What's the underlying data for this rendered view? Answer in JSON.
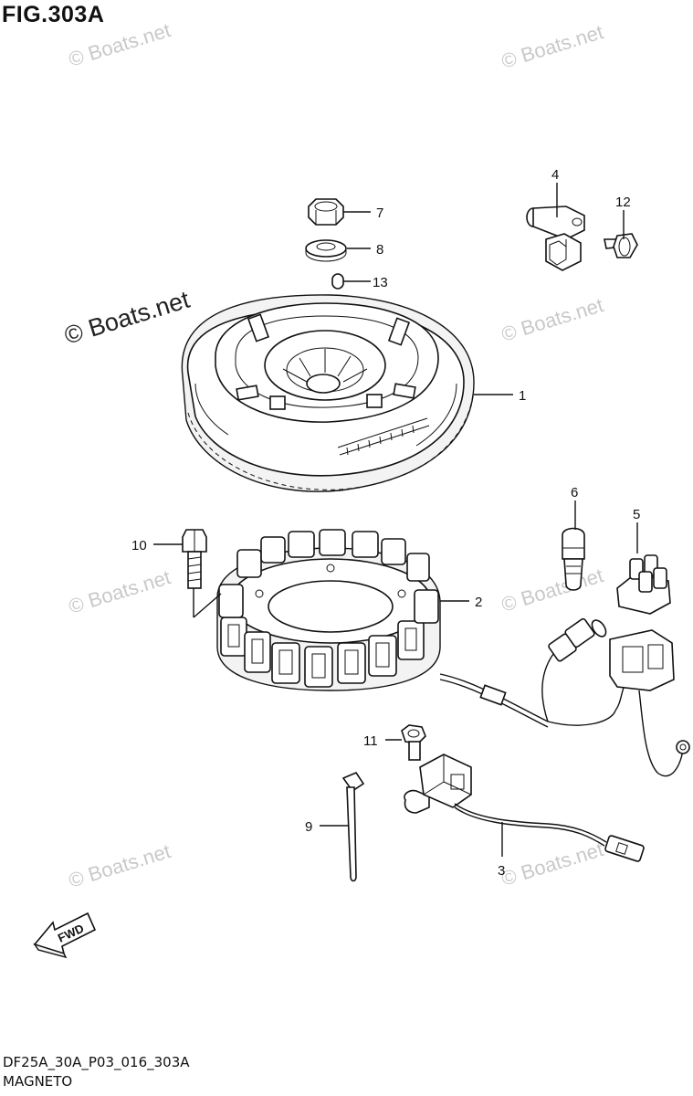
{
  "figure": {
    "title": "FIG.303A",
    "drawing_code": "DF25A_30A_P03_016_303A",
    "name": "MAGNETO"
  },
  "watermark": {
    "text": "© Boats.net"
  },
  "callouts": {
    "c1": "1",
    "c2": "2",
    "c3": "3",
    "c4": "4",
    "c5": "5",
    "c6": "6",
    "c7": "7",
    "c8": "8",
    "c9": "9",
    "c10": "10",
    "c11": "11",
    "c12": "12",
    "c13": "13"
  },
  "direction_arrow": {
    "label": "FWD"
  }
}
